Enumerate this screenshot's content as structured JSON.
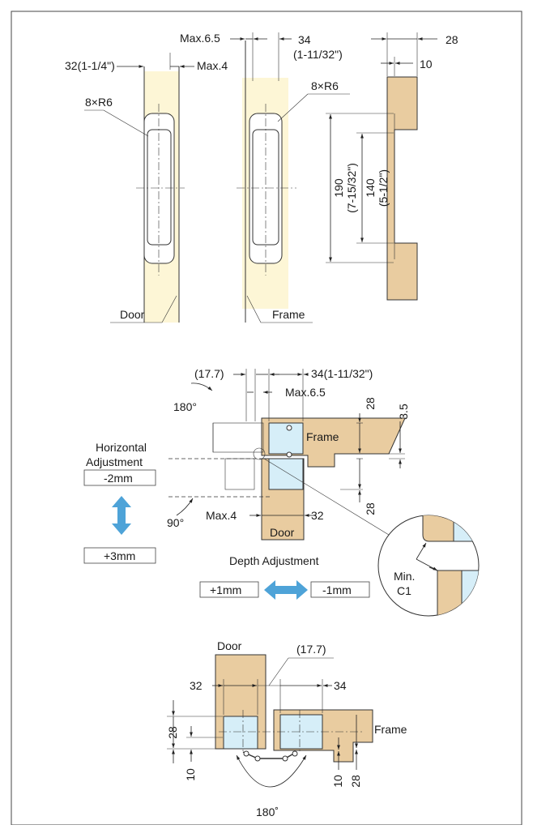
{
  "colors": {
    "door_light": "#fdf6d6",
    "wood": "#e9cca0",
    "hinge": "#d6eef8",
    "arrow": "#4ea3d8",
    "frame_line": "#333333"
  },
  "top": {
    "door_width": "32(1-1/4\")",
    "door_max": "Max.4",
    "door_radius": "8×R6",
    "door_label": "Door",
    "frame_max": "Max.6.5",
    "frame_width_1": "34",
    "frame_width_2": "(1-11/32\")",
    "frame_radius": "8×R6",
    "frame_label": "Frame",
    "side_28": "28",
    "side_10": "10",
    "height_190": "190",
    "height_190_in": "(7-15/32\")",
    "height_140": "140",
    "height_140_in": "(5-1/2\")"
  },
  "middle": {
    "offset": "(17.7)",
    "frame_width": "34(1-11/32\")",
    "max_65": "Max.6.5",
    "angle_180": "180°",
    "dim_28_top": "28",
    "dim_35": "3.5",
    "frame_label": "Frame",
    "horizontal_line1": "Horizontal",
    "horizontal_line2": "Adjustment",
    "h_minus": "-2mm",
    "h_plus": "+3mm",
    "angle_90": "90°",
    "max_4": "Max.4",
    "dim_32": "32",
    "dim_28_bottom": "28",
    "door_label": "Door",
    "depth_label": "Depth Adjustment",
    "d_plus": "+1mm",
    "d_minus": "-1mm",
    "min_label_1": "Min.",
    "min_label_2": "C1"
  },
  "bottom": {
    "door_label": "Door",
    "offset": "(17.7)",
    "dim_32": "32",
    "dim_34": "34",
    "frame_label": "Frame",
    "left_28": "28",
    "left_10": "10",
    "right_10": "10",
    "right_28": "28",
    "angle_180": "180˚"
  }
}
